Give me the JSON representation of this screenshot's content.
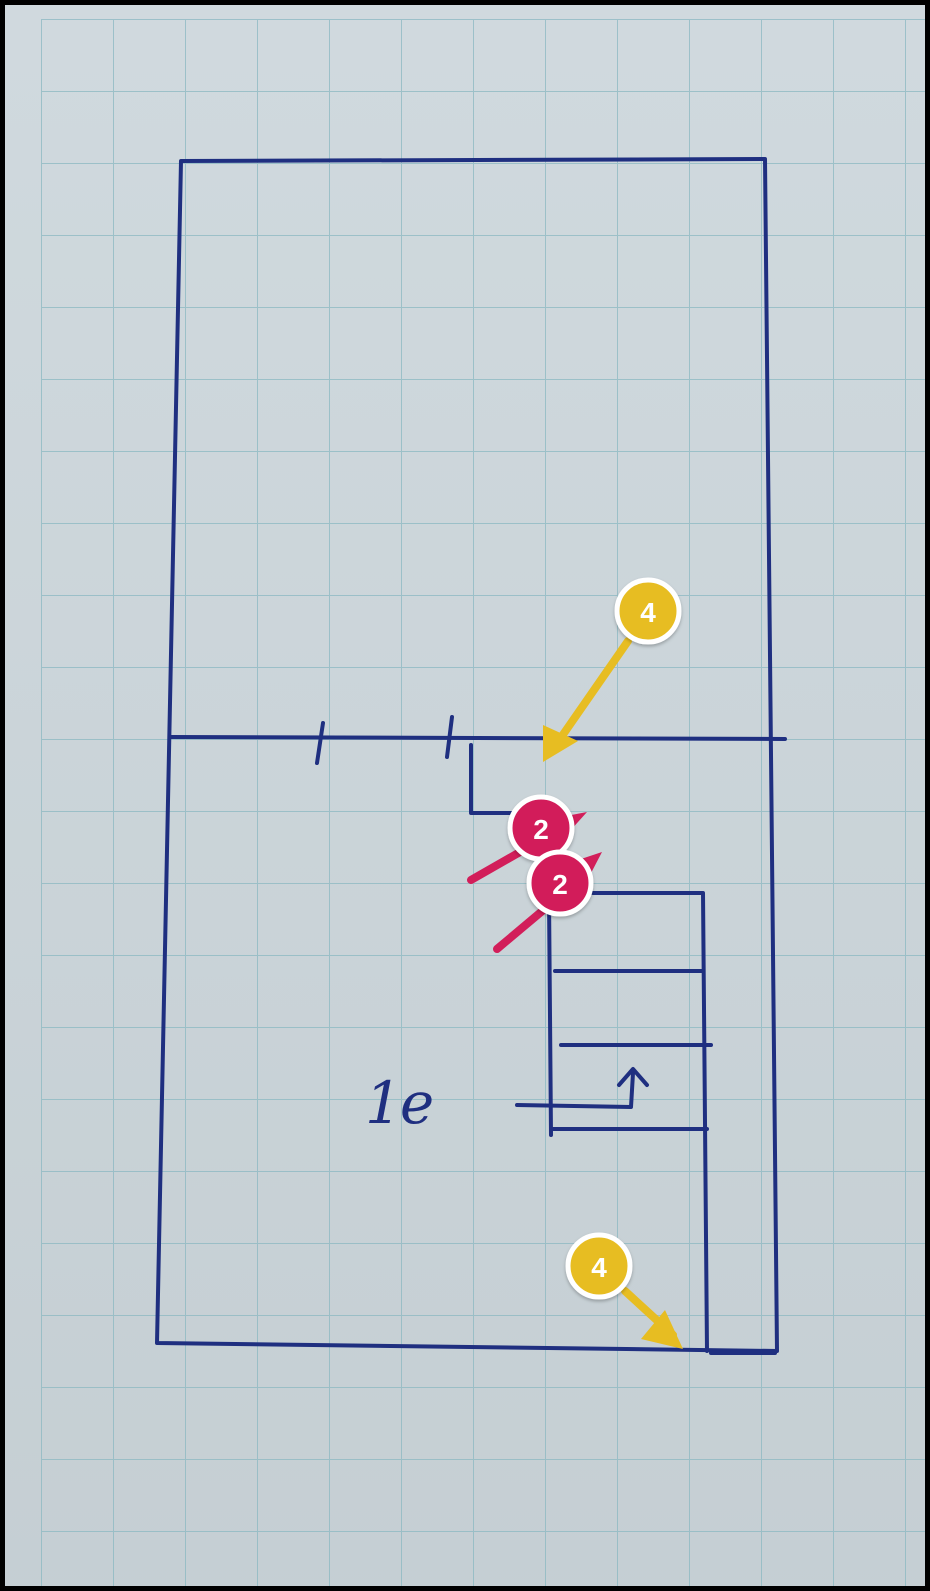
{
  "diagram": {
    "floor_label": "1e",
    "ink_color": "#1f2f80",
    "grid_color": "#8bb8c1",
    "paper_color": "#cdd7dc"
  },
  "annotations": {
    "markers": [
      {
        "label": "4",
        "color": "#e7bd22"
      },
      {
        "label": "2",
        "color": "#d21e5a"
      },
      {
        "label": "2",
        "color": "#d21e5a"
      },
      {
        "label": "4",
        "color": "#e7bd22"
      }
    ]
  }
}
